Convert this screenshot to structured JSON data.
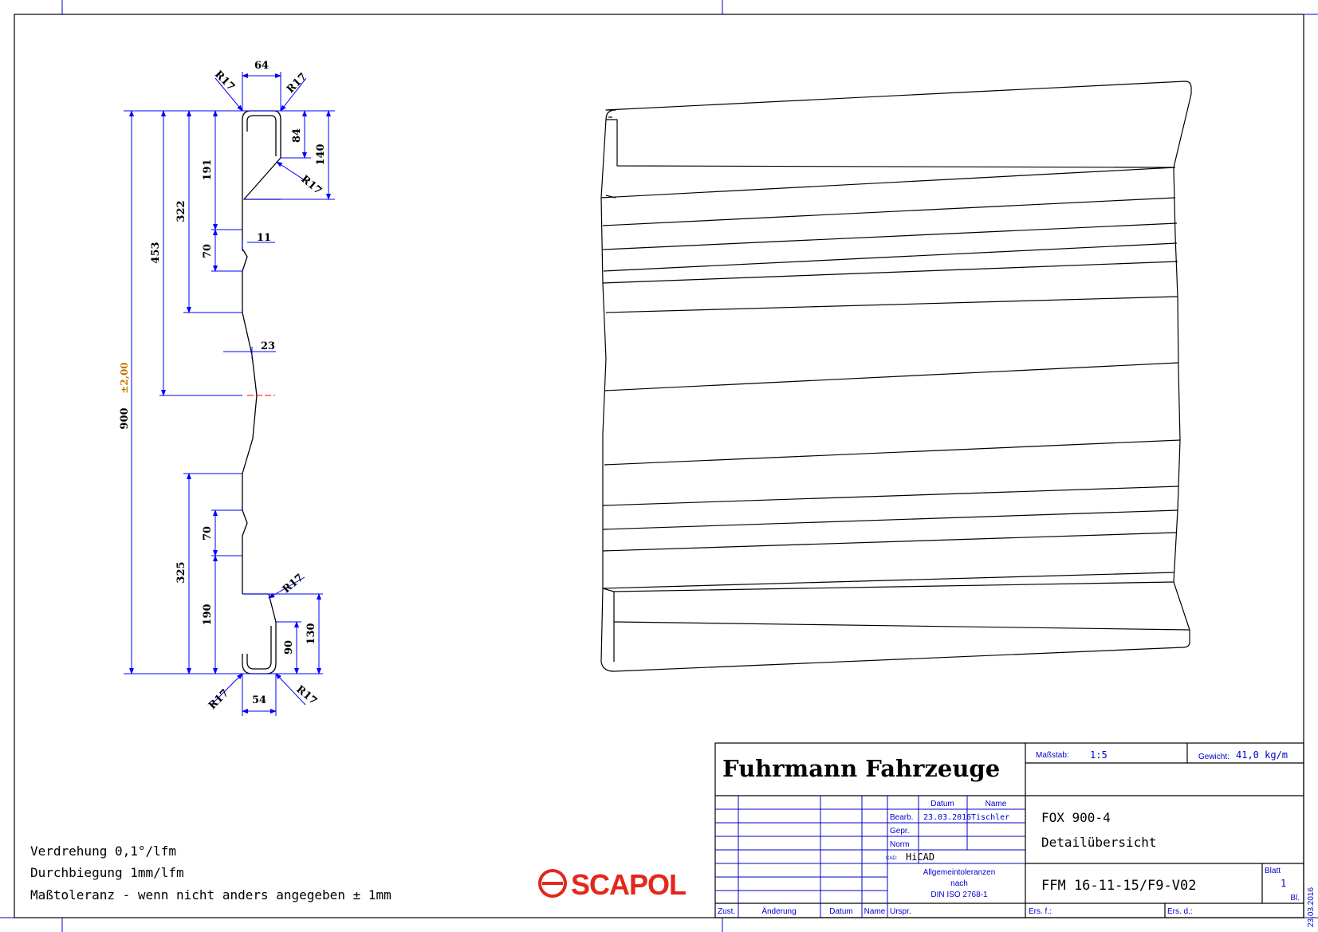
{
  "profile_dimensions": {
    "top_width": "64",
    "bottom_width": "54",
    "radius": "R17",
    "total_height": "900",
    "total_tolerance": "±2,00",
    "h453": "453",
    "h322": "322",
    "h191": "191",
    "h70_upper": "70",
    "h70_lower": "70",
    "h325": "325",
    "h190": "190",
    "h84": "84",
    "h140": "140",
    "h90": "90",
    "h130": "130",
    "d11": "11",
    "d23": "23"
  },
  "notes": [
    "Verdrehung 0,1°/lfm",
    "Durchbiegung 1mm/lfm",
    "Maßtoleranz - wenn nicht anders angegeben ± 1mm"
  ],
  "logo": {
    "text": "SCAPOL",
    "color": "#e3271b"
  },
  "title_block": {
    "company": "Fuhrmann Fahrzeuge",
    "scale_label": "Maßstab:",
    "scale_value": "1:5",
    "weight_label": "Gewicht:",
    "weight_value": "41,0 kg/m",
    "col_datum": "Datum",
    "col_name": "Name",
    "row_bearb": "Bearb.",
    "bearb_date": "23.03.2016",
    "bearb_name": "Tischler",
    "row_gepr": "Gepr.",
    "row_norm": "Norm",
    "cad_label": "CAD:",
    "cad_value": "HiCAD",
    "tol_line1": "Allgemeintoleranzen",
    "tol_line2": "nach",
    "tol_line3": "DIN ISO 2768-1",
    "part_name": "FOX 900-4",
    "part_desc": "Detailübersicht",
    "drawing_no": "FFM 16-11-15/F9-V02",
    "blatt_label": "Blatt",
    "blatt_value": "1",
    "bl_label": "Bl.",
    "zust": "Zust.",
    "aenderung": "Änderung",
    "datum": "Datum",
    "name": "Name",
    "urspr": "Urspr.",
    "ers_f": "Ers. f.:",
    "ers_d": "Ers. d.:",
    "side_date": "23.03.2016"
  },
  "colors": {
    "dimension": "#0000ff",
    "tolerance": "#c87800",
    "frame": "#0000cc",
    "centerline": "#ff0000"
  }
}
